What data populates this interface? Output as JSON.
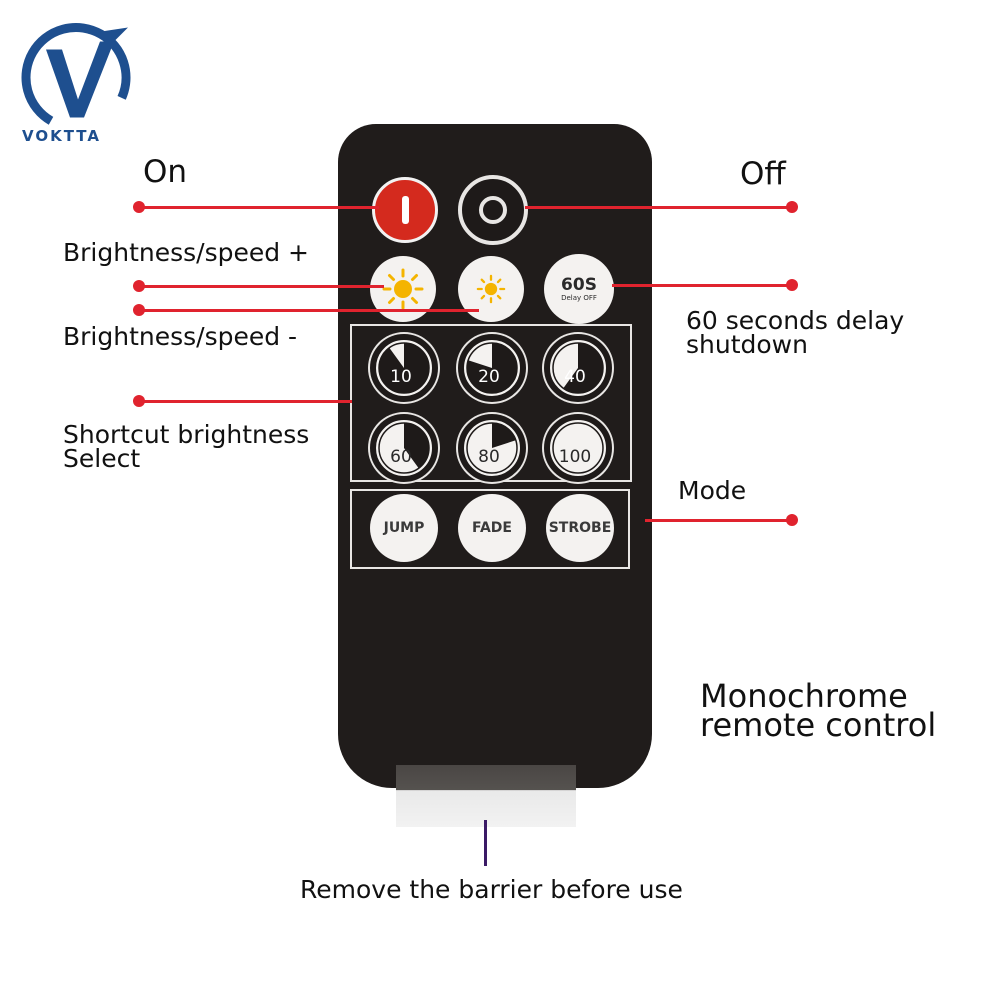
{
  "brand": {
    "name": "VOKTTA",
    "color": "#1e4f8f"
  },
  "labels": {
    "on": "On",
    "off": "Off",
    "brightness_up": "Brightness/speed +",
    "brightness_down": "Brightness/speed -",
    "delay_line1": "60 seconds delay",
    "delay_line2": "shutdown",
    "shortcut_line1": "Shortcut brightness",
    "shortcut_line2": "Select",
    "mode": "Mode",
    "remote_line1": "Monochrome",
    "remote_line2": "remote control",
    "barrier": "Remove the barrier before use"
  },
  "remote": {
    "delay_button": {
      "main": "60S",
      "sub": "Delay OFF"
    },
    "brightness_buttons": [
      {
        "label": "10",
        "level": 0.1
      },
      {
        "label": "20",
        "level": 0.2
      },
      {
        "label": "40",
        "level": 0.4
      },
      {
        "label": "60",
        "level": 0.6
      },
      {
        "label": "80",
        "level": 0.8
      },
      {
        "label": "100",
        "level": 1.0
      }
    ],
    "mode_buttons": [
      "JUMP",
      "FADE",
      "STROBE"
    ]
  },
  "colors": {
    "remote_body": "#201c1b",
    "power_on": "#d42a1e",
    "leader_line": "#e0232e",
    "sun": "#f4b400"
  },
  "icons": [
    "voktta-logo",
    "power-on-icon",
    "power-off-icon",
    "sun-large-icon",
    "sun-small-icon"
  ]
}
